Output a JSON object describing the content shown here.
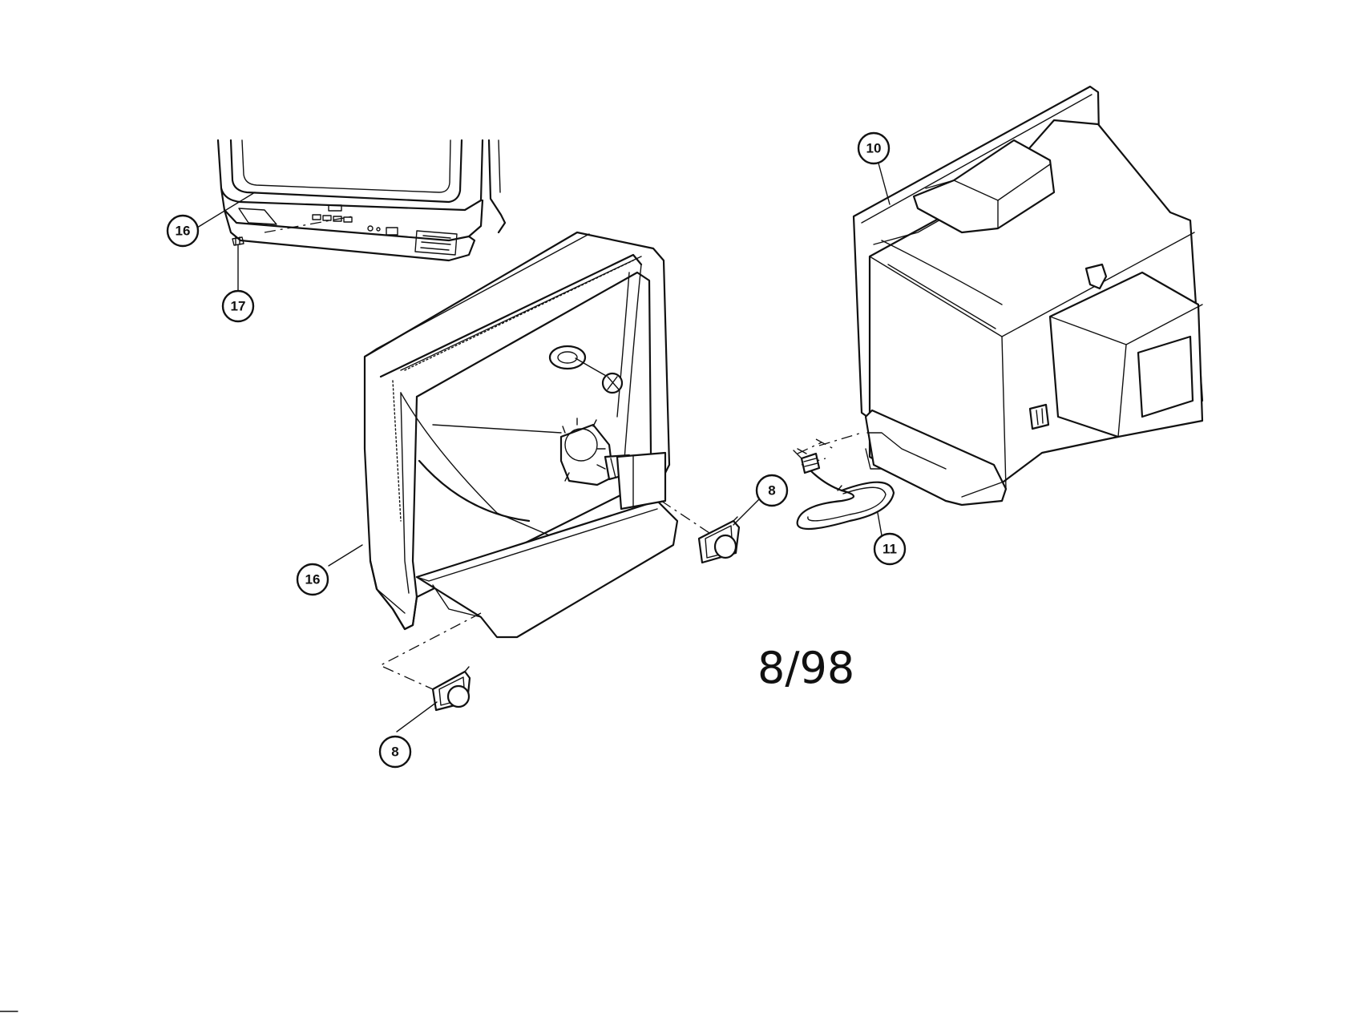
{
  "diagram": {
    "date_code": "8/98",
    "callouts": [
      {
        "id": "c16a",
        "label": "16"
      },
      {
        "id": "c17",
        "label": "17"
      },
      {
        "id": "c10",
        "label": "10"
      },
      {
        "id": "c8a",
        "label": "8"
      },
      {
        "id": "c11",
        "label": "11"
      },
      {
        "id": "c16b",
        "label": "16"
      },
      {
        "id": "c8b",
        "label": "8"
      }
    ]
  }
}
